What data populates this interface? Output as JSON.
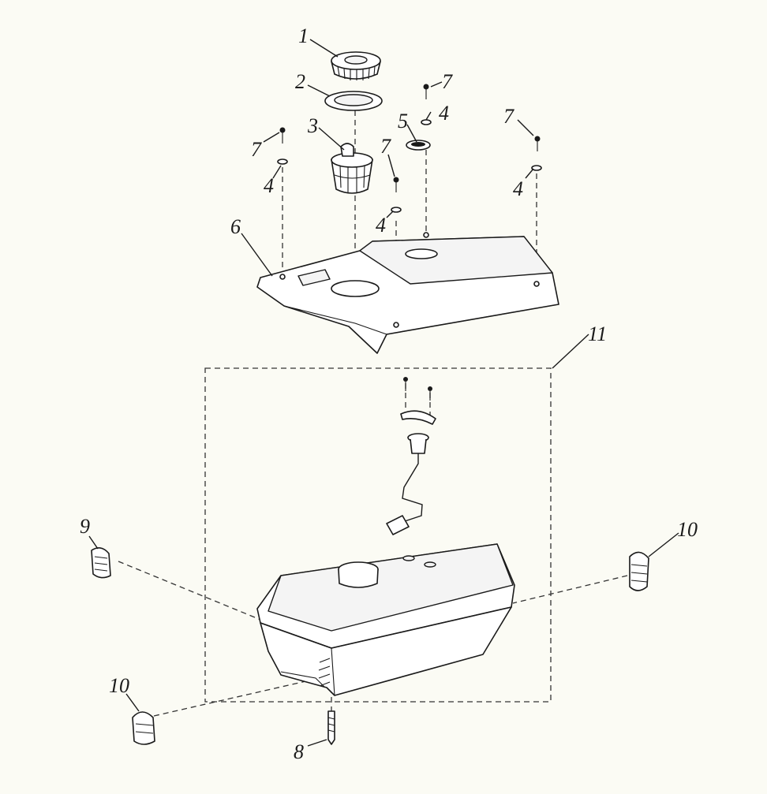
{
  "callouts": {
    "c1": "1",
    "c2": "2",
    "c3": "3",
    "c4a": "4",
    "c4b": "4",
    "c4c": "4",
    "c4d": "4",
    "c5": "5",
    "c6": "6",
    "c7a": "7",
    "c7b": "7",
    "c7c": "7",
    "c7d": "7",
    "c8": "8",
    "c9": "9",
    "c10a": "10",
    "c10b": "10",
    "c11": "11"
  },
  "colors": {
    "background": "#fbfbf4",
    "line": "#1a1a1a"
  }
}
